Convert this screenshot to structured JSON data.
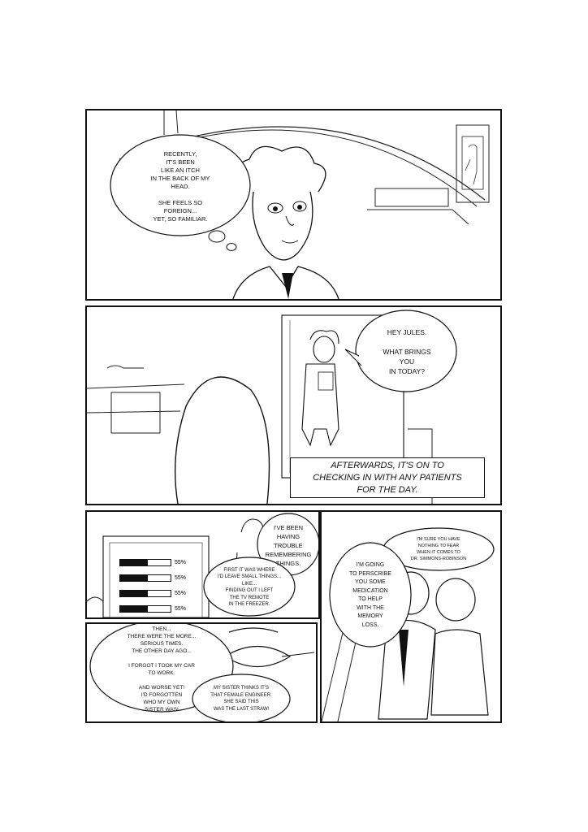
{
  "panel1": {
    "thought": "RECENTLY,\nIT'S BEEN\nLIKE AN ITCH\nIN THE BACK OF MY\nHEAD.\n\nSHE FEELS SO\nFOREIGN...\nYET, SO FAMILIAR."
  },
  "panel2": {
    "speech": "HEY JULES.\n\nWHAT BRINGS\nYOU\nIN TODAY?",
    "caption": "AFTERWARDS, IT'S ON TO\nCHECKING IN WITH ANY PATIENTS\nFOR THE DAY."
  },
  "panel3": {
    "speech_trouble": "I'VE BEEN\nHAVING\nTROUBLE\nREMEMBERING\nTHINGS.",
    "speech_first": "FIRST IT WAS WHERE\nI'D LEAVE SMALL THINGS...\nLIKE...\nFINDING OUT I LEFT\nTHE TV REMOTE\nIN THE FREEZER.",
    "bars": [
      {
        "label": "55%",
        "value": 0.55
      },
      {
        "label": "55%",
        "value": 0.55
      },
      {
        "label": "55%",
        "value": 0.55
      },
      {
        "label": "55%",
        "value": 0.55
      }
    ]
  },
  "panel4": {
    "speech_then": "THEN...\nTHERE WERE THE MORE...\nSERIOUS TIMES.\nTHE OTHER DAY AGO...\n\nI FORGOT I TOOK MY CAR\nTO WORK.\n\nAND WORSE YET!\nI'D FORGOTTEN\nWHO MY OWN\nSISTER WAS!",
    "speech_sister": "MY SISTER THINKS IT'S\nTHAT FEMALE ENGINEER.\nSHE SAID THIS\nWAS THE LAST STRAW!"
  },
  "panel5": {
    "speech_sure": "I'M SURE YOU HAVE\nNOTHING TO FEAR\nWHEN IT COMES TO\nDR. SIMMONS-ROBINSON",
    "speech_prescribe": "I'M GOING\nTO PERSCRIBE\nYOU SOME\nMEDICATION\nTO HELP\nWITH THE\nMEMORY\nLOSS."
  }
}
